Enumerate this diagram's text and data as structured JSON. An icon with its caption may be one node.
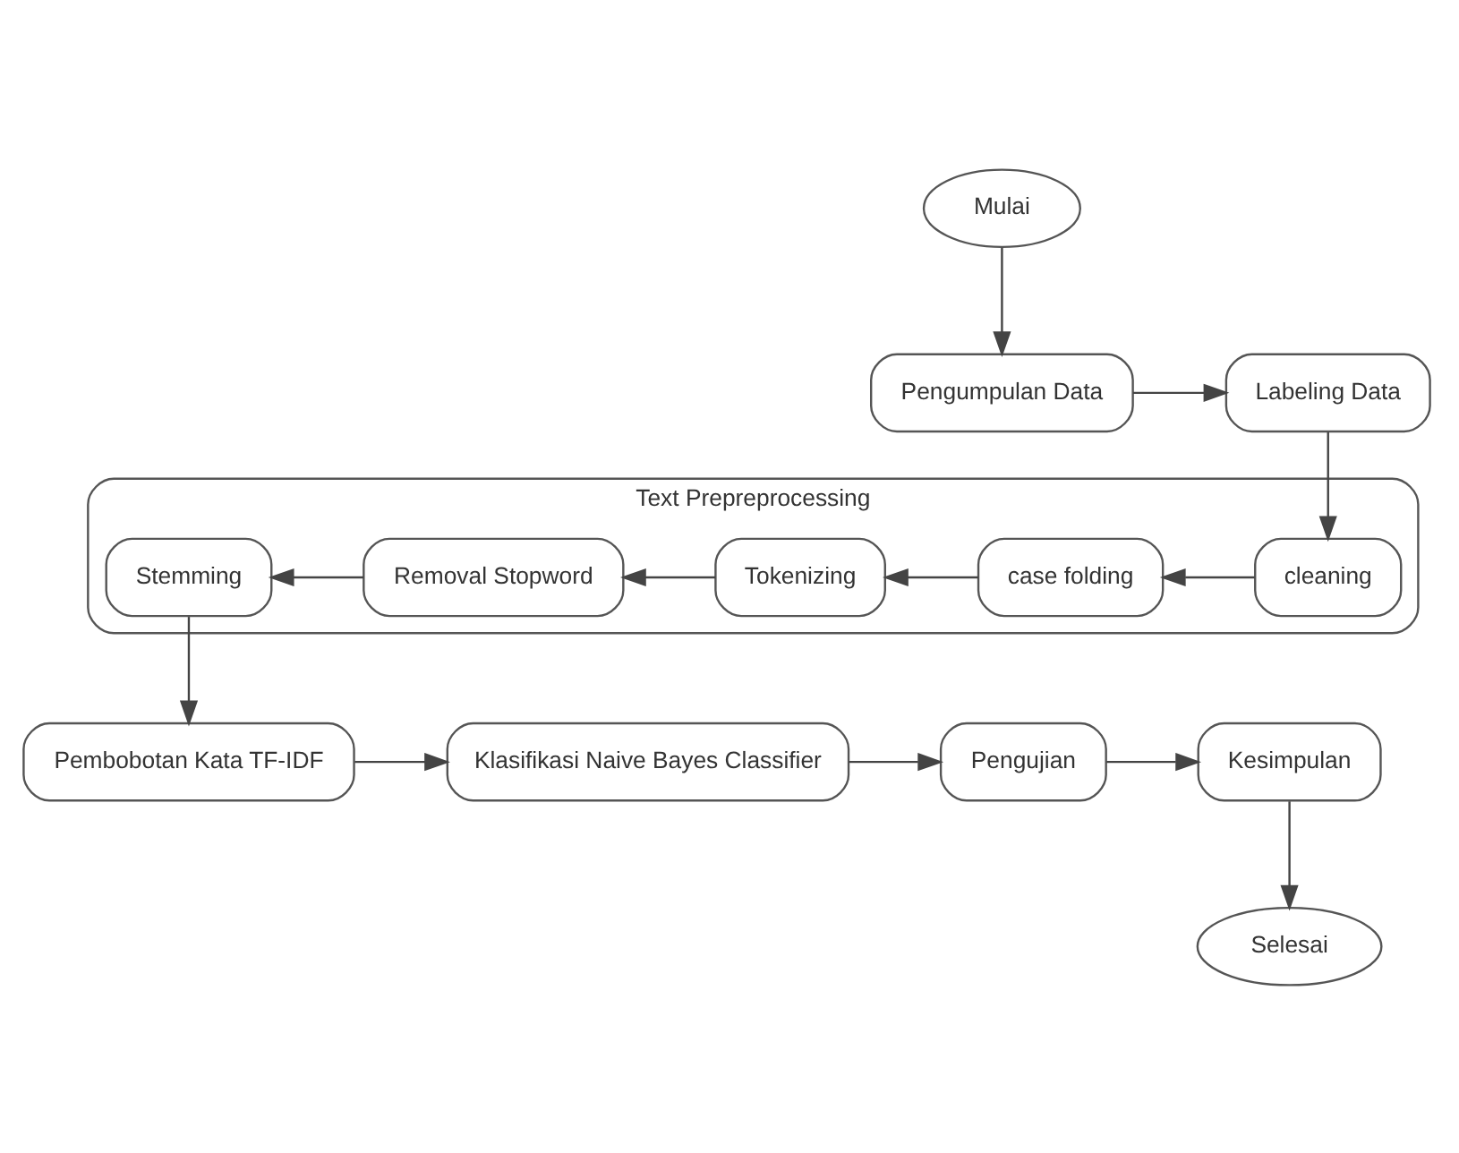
{
  "diagram": {
    "nodes": [
      {
        "text": [
          "Mulai"
        ]
      },
      {
        "text": [
          "Pengumpulan Data"
        ]
      },
      {
        "text": [
          "Labeling Data"
        ]
      },
      {
        "text": [
          "Text Prepreprocessing"
        ]
      },
      {
        "text": [
          "cleaning"
        ],
        "in": 3
      },
      {
        "text": [
          "case folding"
        ],
        "in": 3
      },
      {
        "text": [
          "Tokenizing"
        ],
        "in": 3
      },
      {
        "text": [
          "Removal Stopword"
        ],
        "in": 3
      },
      {
        "text": [
          "Stemming"
        ],
        "in": 3
      },
      {
        "text": [
          "Pembobotan Kata TF-IDF"
        ]
      },
      {
        "text": [
          "Klasifikasi Naive Bayes Classifier"
        ]
      },
      {
        "text": [
          "Pengujian"
        ]
      },
      {
        "text": [
          "Kesimpulan"
        ]
      },
      {
        "text": [
          "Selesai"
        ]
      }
    ],
    "edges": [
      {
        "from": 0,
        "to": 1,
        "arrow": "to"
      },
      {
        "from": 1,
        "to": 2,
        "arrow": "to"
      },
      {
        "from": 2,
        "to": 4,
        "arrow": "to"
      },
      {
        "from": 4,
        "to": 5,
        "arrow": "to"
      },
      {
        "from": 5,
        "to": 6,
        "arrow": "to"
      },
      {
        "from": 6,
        "to": 7,
        "arrow": "to"
      },
      {
        "from": 7,
        "to": 8,
        "arrow": "to"
      },
      {
        "from": 8,
        "to": 9,
        "arrow": "to"
      },
      {
        "from": 9,
        "to": 10,
        "arrow": "to"
      },
      {
        "from": 10,
        "to": 11,
        "arrow": "to"
      },
      {
        "from": 11,
        "to": 12,
        "arrow": "to"
      },
      {
        "from": 12,
        "to": 13,
        "arrow": "to"
      }
    ]
  }
}
